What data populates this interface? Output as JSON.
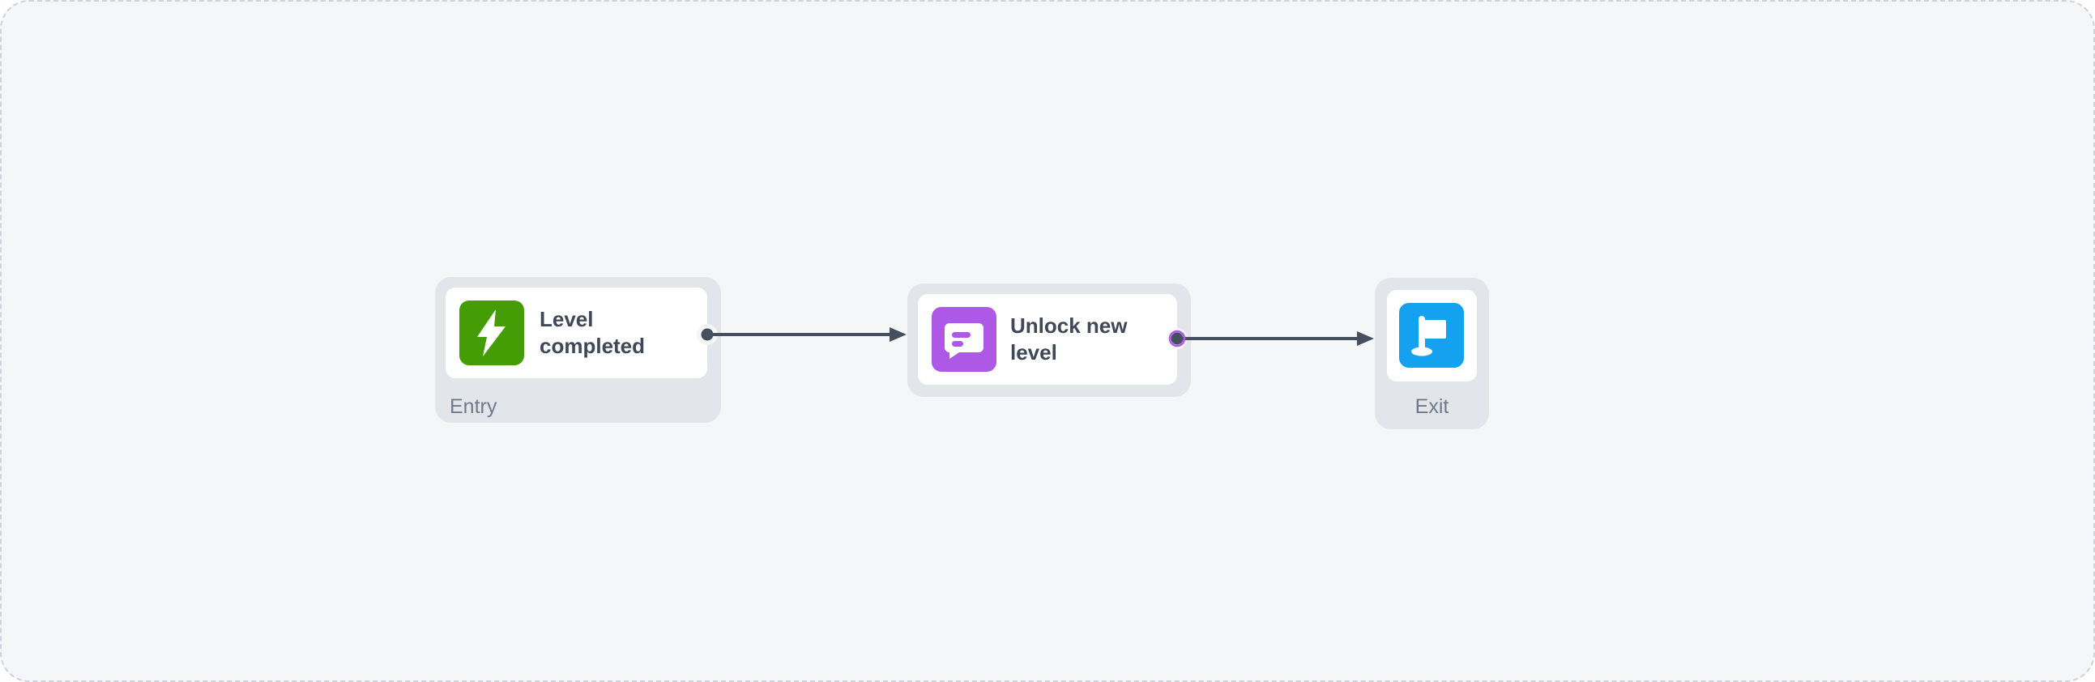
{
  "canvas": {
    "background": "#f5f6f7",
    "border_color": "#ced2da",
    "node_frame_color": "#e2e5e9",
    "card_color": "#ffffff"
  },
  "connectors": {
    "color": "#454f5e",
    "port_notch_color": "#f4f5f7",
    "message_port_ring_color": "#ad58e6"
  },
  "nodes": {
    "entry": {
      "title": "Level completed",
      "badge": "Entry",
      "icon": "lightning-bolt",
      "icon_color": "#459d06"
    },
    "message": {
      "title": "Unlock new level",
      "icon": "chat-message",
      "icon_color": "#ad58e6"
    },
    "exit": {
      "badge": "Exit",
      "icon": "flag",
      "icon_color": "#14a1f0"
    }
  }
}
